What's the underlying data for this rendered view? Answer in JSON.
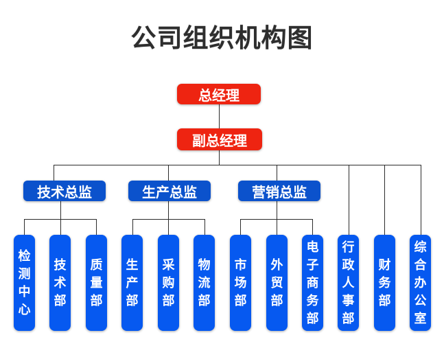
{
  "title": "公司组织机构图",
  "hierarchy": {
    "general_manager": "总经理",
    "deputy_general_manager": "副总经理",
    "directors": [
      {
        "label": "技术总监",
        "departments": [
          "检测中心",
          "技术部",
          "质量部"
        ]
      },
      {
        "label": "生产总监",
        "departments": [
          "生产部",
          "采购部",
          "物流部"
        ]
      },
      {
        "label": "营销总监",
        "departments": [
          "市场部",
          "外贸部",
          "电子商务部"
        ]
      }
    ],
    "direct_departments": [
      "行政人事部",
      "财务部",
      "综合办公室"
    ]
  },
  "colors": {
    "executive_red": "#ee2411",
    "director_blue": "#0b52cc",
    "department_blue": "#0659f0",
    "connector_line": "#2b2b2b",
    "title_text": "#2e2e2e",
    "node_text": "#ffffff",
    "background": "#ffffff"
  }
}
